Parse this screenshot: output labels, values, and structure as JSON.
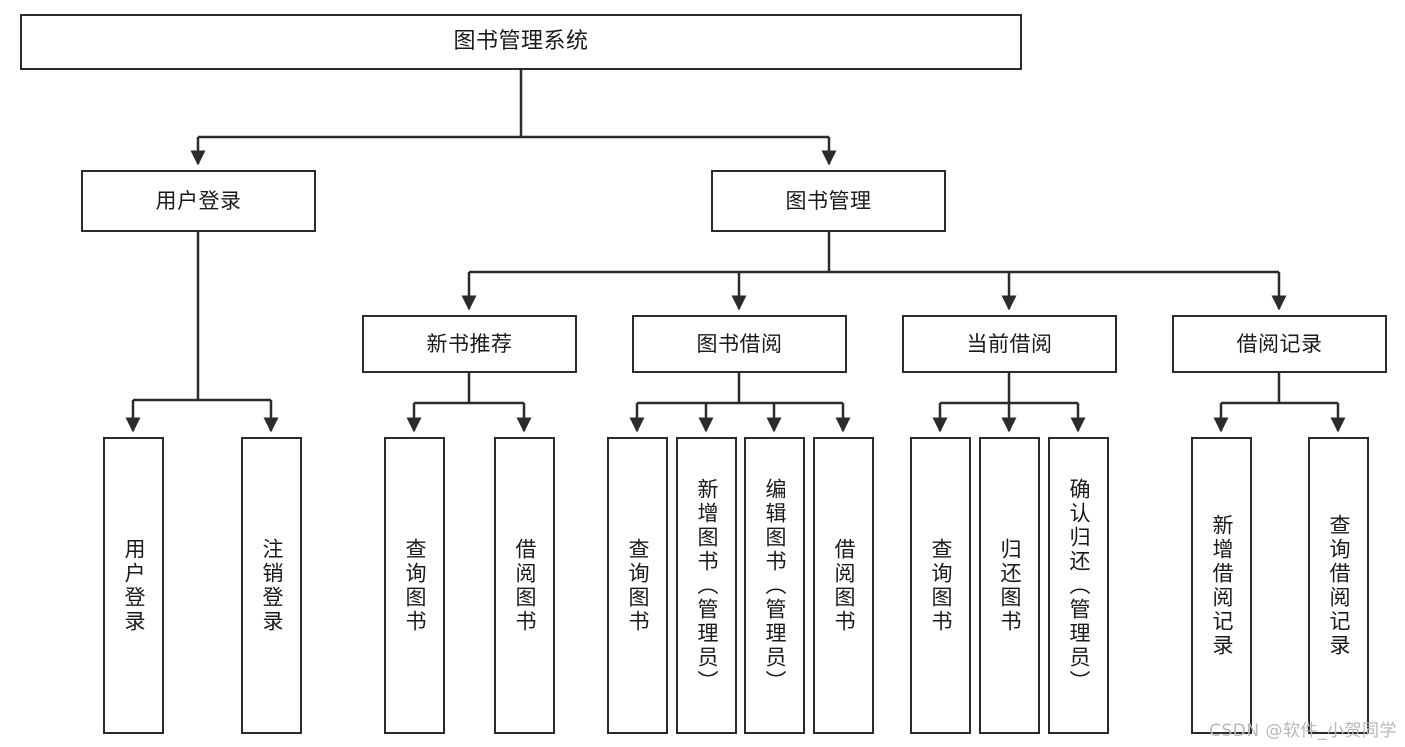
{
  "diagram": {
    "title": "图书管理系统",
    "type": "tree",
    "colors": {
      "stroke": "#2b2b2b",
      "fill": "#ffffff",
      "text": "#1a1a1a",
      "watermark": "#b8b8b8"
    },
    "nodes": {
      "root": {
        "label": "图书管理系统"
      },
      "level2": [
        {
          "id": "user-login",
          "label": "用户登录"
        },
        {
          "id": "book-manage",
          "label": "图书管理"
        }
      ],
      "level3": [
        {
          "id": "new-book-recommend",
          "label": "新书推荐"
        },
        {
          "id": "book-borrow",
          "label": "图书借阅"
        },
        {
          "id": "current-borrow",
          "label": "当前借阅"
        },
        {
          "id": "borrow-record",
          "label": "借阅记录"
        }
      ],
      "leaves": {
        "user_login": [
          {
            "id": "leaf-user-login",
            "label": "用户登录"
          },
          {
            "id": "leaf-logout",
            "label": "注销登录"
          }
        ],
        "new_book_recommend": [
          {
            "id": "leaf-query-book-1",
            "label": "查询图书"
          },
          {
            "id": "leaf-borrow-book-1",
            "label": "借阅图书"
          }
        ],
        "book_borrow": [
          {
            "id": "leaf-query-book-2",
            "label": "查询图书"
          },
          {
            "id": "leaf-add-book",
            "label": "新增图书（管理员）"
          },
          {
            "id": "leaf-edit-book",
            "label": "编辑图书（管理员）"
          },
          {
            "id": "leaf-borrow-book-2",
            "label": "借阅图书"
          }
        ],
        "current_borrow": [
          {
            "id": "leaf-query-book-3",
            "label": "查询图书"
          },
          {
            "id": "leaf-return-book",
            "label": "归还图书"
          },
          {
            "id": "leaf-confirm-return",
            "label": "确认归还（管理员）"
          }
        ],
        "borrow_record": [
          {
            "id": "leaf-add-record",
            "label": "新增借阅记录"
          },
          {
            "id": "leaf-query-record",
            "label": "查询借阅记录"
          }
        ]
      }
    },
    "watermark": "CSDN @软件_小贺同学"
  }
}
